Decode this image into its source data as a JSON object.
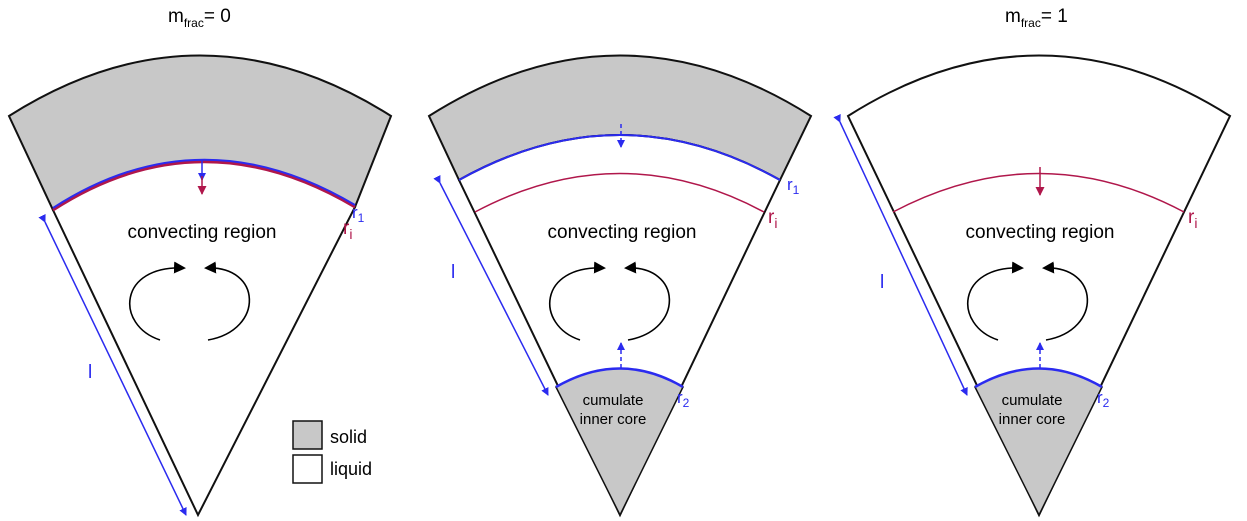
{
  "colors": {
    "solid_fill": "#c8c8c8",
    "outline": "#111111",
    "r1_blue": "#2b2bef",
    "ri_crimson": "#b0174b",
    "arrow_black": "#000000"
  },
  "panel_1": {
    "title_main": "m",
    "title_sub": "frac",
    "title_rest": "= 0",
    "region_label": "convecting region",
    "r1_main": "r",
    "r1_sub": "1",
    "ri_main": "r",
    "ri_sub": "i",
    "l_label": "l"
  },
  "panel_2": {
    "region_label": "convecting region",
    "r1_main": "r",
    "r1_sub": "1",
    "ri_main": "r",
    "ri_sub": "i",
    "r2_main": "r",
    "r2_sub": "2",
    "l_label": "l",
    "core_line1": "cumulate",
    "core_line2": "inner core"
  },
  "panel_3": {
    "title_main": "m",
    "title_sub": "frac",
    "title_rest": "= 1",
    "region_label": "convecting region",
    "ri_main": "r",
    "ri_sub": "i",
    "r2_main": "r",
    "r2_sub": "2",
    "l_label": "l",
    "core_line1": "cumulate",
    "core_line2": "inner core"
  },
  "legend": {
    "solid_label": "solid",
    "liquid_label": "liquid"
  }
}
